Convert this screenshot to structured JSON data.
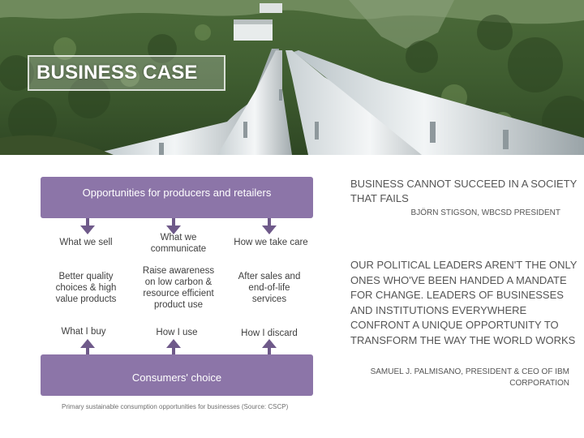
{
  "slide": {
    "title": "BUSINESS CASE"
  },
  "diagram": {
    "top_band": "Opportunities for producers and retailers",
    "bottom_band": "Consumers' choice",
    "headers": [
      "What we sell",
      "What we communicate",
      "How we take care"
    ],
    "opportunities": [
      "Better quality choices & high value products",
      "Raise awareness on low carbon & resource efficient product use",
      "After sales and end-of-life services"
    ],
    "consumer_actions": [
      "What I buy",
      "How I use",
      "How I discard"
    ],
    "caption": "Primary sustainable consumption opportunities for businesses (Source: CSCP)",
    "colors": {
      "band": "#8c75a8",
      "arrow": "#6f5a8a"
    }
  },
  "quotes": [
    {
      "text": "BUSINESS CANNOT SUCCEED IN A SOCIETY THAT FAILS",
      "attribution": "BJÖRN STIGSON, WBCSD PRESIDENT"
    },
    {
      "text": "OUR POLITICAL LEADERS AREN'T THE ONLY ONES WHO'VE BEEN HANDED A MANDATE FOR CHANGE. LEADERS OF BUSINESSES AND INSTITUTIONS EVERYWHERE CONFRONT A UNIQUE OPPORTUNITY TO TRANSFORM THE WAY THE WORLD WORKS",
      "attribution": "SAMUEL J. PALMISANO, PRESIDENT & CEO OF IBM CORPORATION"
    }
  ]
}
